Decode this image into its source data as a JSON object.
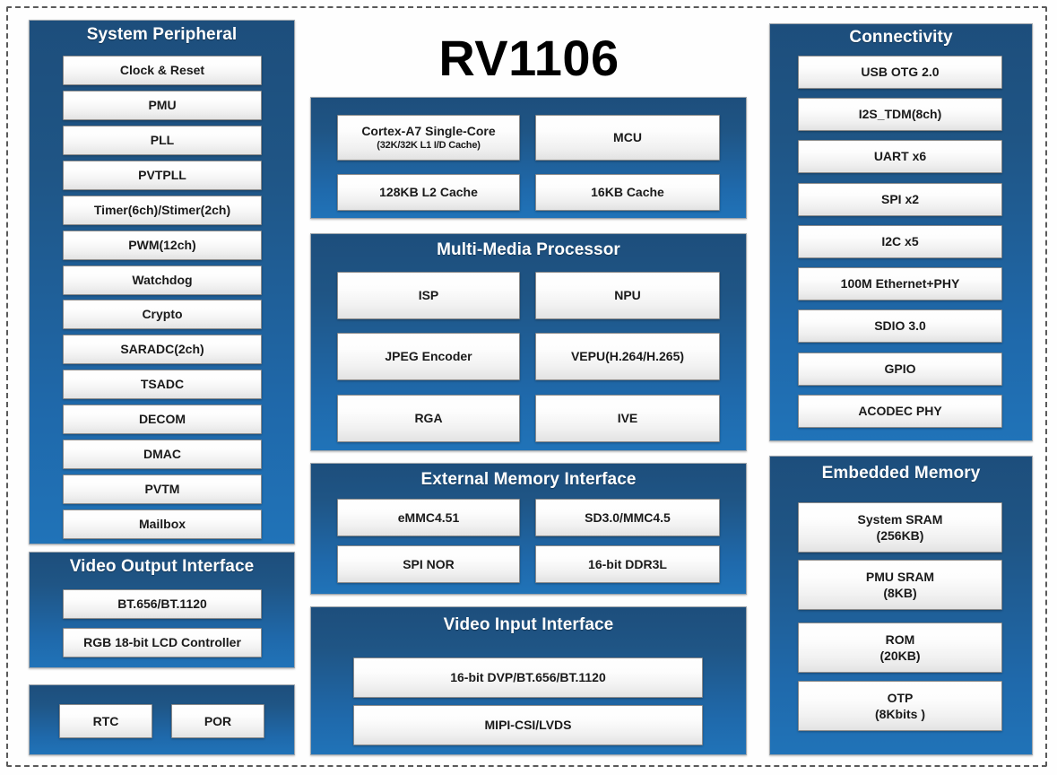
{
  "diagram": {
    "chip_name": "RV1106"
  },
  "system_peripheral": {
    "title": "System Peripheral",
    "items": [
      "Clock & Reset",
      "PMU",
      "PLL",
      "PVTPLL",
      "Timer(6ch)/Stimer(2ch)",
      "PWM(12ch)",
      "Watchdog",
      "Crypto",
      "SARADC(2ch)",
      "TSADC",
      "DECOM",
      "DMAC",
      "PVTM",
      "Mailbox"
    ]
  },
  "video_output_interface": {
    "title": "Video Output Interface",
    "items": [
      "BT.656/BT.1120",
      "RGB 18-bit LCD Controller"
    ]
  },
  "misc_block": {
    "title": "",
    "items": [
      "RTC",
      "POR"
    ]
  },
  "cpu_block": {
    "title": "",
    "items": [
      {
        "label": "Cortex-A7 Single-Core",
        "sub": "(32K/32K L1 I/D Cache)"
      },
      {
        "label": "MCU",
        "sub": ""
      },
      {
        "label": "128KB L2 Cache",
        "sub": ""
      },
      {
        "label": "16KB Cache",
        "sub": ""
      }
    ]
  },
  "multimedia_processor": {
    "title": "Multi-Media Processor",
    "items": [
      "ISP",
      "NPU",
      "JPEG Encoder",
      "VEPU(H.264/H.265)",
      "RGA",
      "IVE"
    ]
  },
  "external_memory_interface": {
    "title": "External Memory Interface",
    "items": [
      "eMMC4.51",
      "SD3.0/MMC4.5",
      "SPI NOR",
      "16-bit DDR3L"
    ]
  },
  "video_input_interface": {
    "title": "Video Input Interface",
    "items": [
      "16-bit DVP/BT.656/BT.1120",
      "MIPI-CSI/LVDS"
    ]
  },
  "connectivity": {
    "title": "Connectivity",
    "items": [
      "USB OTG 2.0",
      "I2S_TDM(8ch)",
      "UART x6",
      "SPI x2",
      "I2C x5",
      "100M Ethernet+PHY",
      "SDIO 3.0",
      "GPIO",
      "ACODEC PHY"
    ]
  },
  "embedded_memory": {
    "title": "Embedded Memory",
    "items": [
      {
        "label": "System SRAM",
        "sub": "(256KB)"
      },
      {
        "label": "PMU SRAM",
        "sub": "(8KB)"
      },
      {
        "label": "ROM",
        "sub": "(20KB)"
      },
      {
        "label": "OTP",
        "sub": "(8Kbits )"
      }
    ]
  },
  "colors": {
    "panel_blue_dark": "#1d4e7c",
    "panel_blue_light": "#2073b8",
    "box_fill": "#f4f4f4",
    "frame_dash": "#5a5a5a",
    "text_dark": "#1a1a1a"
  }
}
